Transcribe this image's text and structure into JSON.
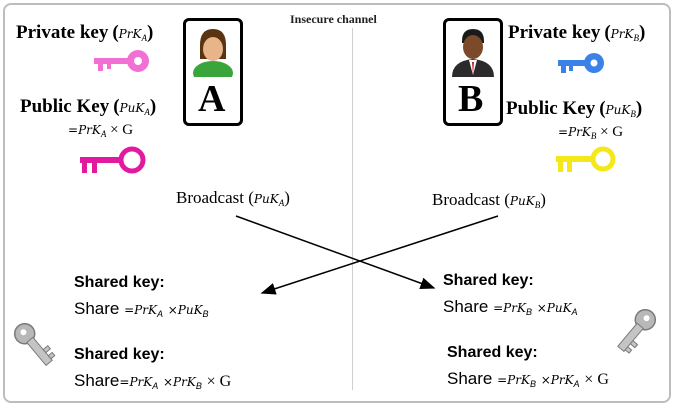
{
  "channel": {
    "title": "Insecure channel"
  },
  "party_a": {
    "letter": "A",
    "private_label": "Private key",
    "private_symbol": "PrK",
    "private_sub": "A",
    "public_label": "Public Key",
    "public_symbol": "PuK",
    "public_sub": "A",
    "public_formula_eq": "=",
    "public_formula_times": "× G",
    "private_key_color": "#f26fd3",
    "public_key_color": "#e21aa0"
  },
  "party_b": {
    "letter": "B",
    "private_label": "Private key",
    "private_symbol": "PrK",
    "private_sub": "B",
    "public_label": "Public Key",
    "public_symbol": "PuK",
    "public_sub": "B",
    "public_formula_eq": "=",
    "public_formula_times": "× G",
    "private_key_color": "#3b82e8",
    "public_key_color": "#f5e81a"
  },
  "broadcast": {
    "word": "Broadcast",
    "left_symbol": "PuK",
    "left_sub": "A",
    "right_symbol": "PuK",
    "right_sub": "B"
  },
  "shared": {
    "title": "Shared key:",
    "share_word": "Share",
    "left1": {
      "s1": "PrK",
      "sub1": "A",
      "s2": "PuK",
      "sub2": "B"
    },
    "right1": {
      "s1": "PrK",
      "sub1": "B",
      "s2": "PuK",
      "sub2": "A"
    },
    "left2": {
      "s1": "PrK",
      "sub1": "A",
      "s2": "PrK",
      "sub2": "B",
      "tail": "× G"
    },
    "right2": {
      "s1": "PrK",
      "sub1": "B",
      "s2": "PrK",
      "sub2": "A",
      "tail": "× G"
    }
  }
}
